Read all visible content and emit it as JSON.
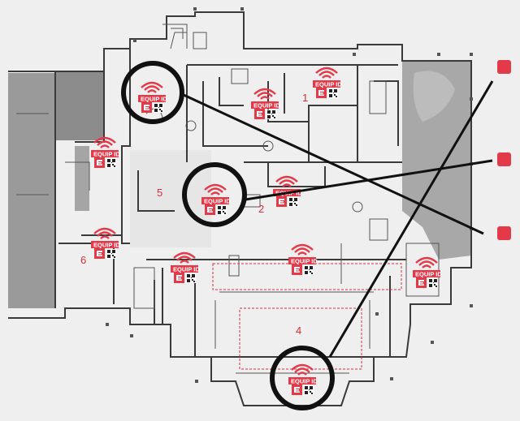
{
  "colors": {
    "accent": "#e33a4a",
    "wall": "#3a3a3a",
    "shade": "#9a9a9a",
    "background": "#efefef"
  },
  "tag_label": "EQUIP ID",
  "zones": [
    {
      "id": "1",
      "label": "1"
    },
    {
      "id": "2",
      "label": "2"
    },
    {
      "id": "4",
      "label": "4"
    },
    {
      "id": "5",
      "label": "5"
    },
    {
      "id": "6",
      "label": "6"
    }
  ],
  "tag_count": 11,
  "highlighted_tags": 3,
  "icons": [
    "wifi-signal-icon",
    "equipment-tag-icon",
    "qr-code-icon",
    "callout-circle-icon",
    "callout-marker-icon"
  ]
}
